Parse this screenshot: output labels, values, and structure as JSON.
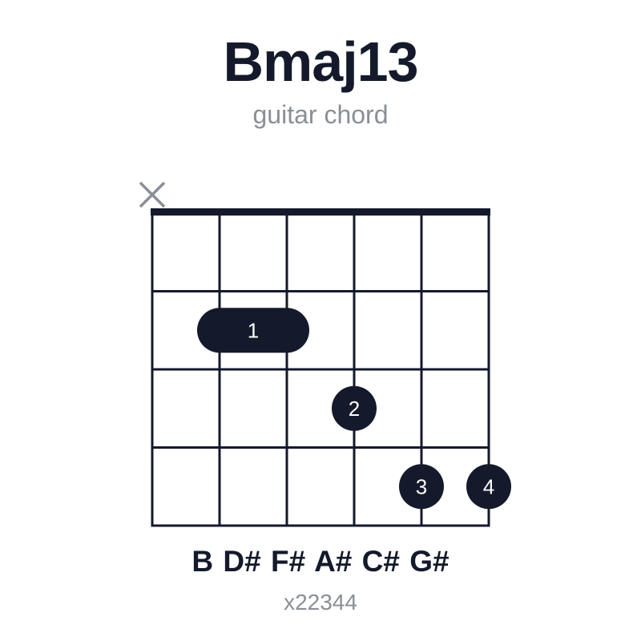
{
  "title": "Bmaj13",
  "subtitle": "guitar chord",
  "notes": "B D# F# A# C# G#",
  "fingering": "x22344",
  "colors": {
    "ink": "#141a2b",
    "muted": "#8a8e96",
    "finger_text": "#ffffff",
    "background": "#ffffff"
  },
  "diagram": {
    "string_count": 6,
    "fret_count": 4,
    "muted_strings": [
      1
    ],
    "open_strings": [],
    "muted_marker_icon": "x-mark-icon",
    "barres": [
      {
        "finger": "1",
        "fret": 2,
        "from_string": 2,
        "to_string": 3
      }
    ],
    "dots": [
      {
        "finger": "2",
        "fret": 3,
        "string": 4
      },
      {
        "finger": "3",
        "fret": 4,
        "string": 5
      },
      {
        "finger": "4",
        "fret": 4,
        "string": 6
      }
    ]
  }
}
